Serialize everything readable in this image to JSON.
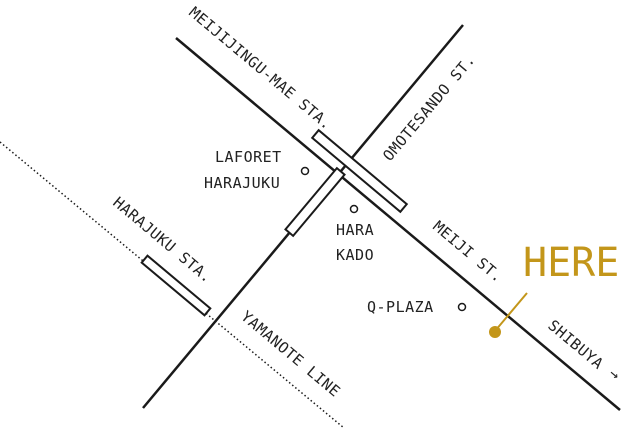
{
  "colors": {
    "line": "#1a1a1a",
    "accent": "#c3961a",
    "text": "#222222",
    "background": "#ffffff"
  },
  "labels": {
    "meijijingu_mae_sta": "MEIJIJINGU-MAE STA.",
    "omotesando_st": "OMOTESANDO ST.",
    "laforet_line1": "LAFORET",
    "laforet_line2": "HARAJUKU",
    "harakado_line1": "HARA",
    "harakado_line2": "KADO",
    "meiji_st": "MEIJI ST.",
    "harajuku_sta": "HARAJUKU STA.",
    "q_plaza": "Q-PLAZA",
    "shibuya": "SHIBUYA",
    "shibuya_arrow": "→",
    "yamanote_line": "YAMANOTE LINE",
    "here": "HERE!"
  },
  "icons": {
    "here_marker": "location-dot-icon",
    "landmark_marker": "circle-icon",
    "direction": "arrow-right-icon"
  }
}
